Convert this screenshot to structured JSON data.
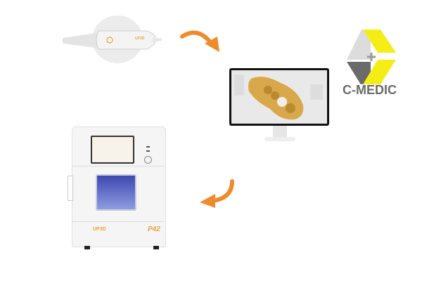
{
  "scanner": {
    "brand": "UP3D"
  },
  "monitor": {
    "content": "dental-cad-model"
  },
  "mill": {
    "brand": "UP3D",
    "model": "P42"
  },
  "logo": {
    "text": "C-MEDIC"
  },
  "colors": {
    "arrow": "#f08a2c",
    "logo_yellow": "#f5ee16",
    "logo_gray": "#6b6b6b",
    "logo_light": "#dcdcdc",
    "accent": "#e9a23b"
  }
}
